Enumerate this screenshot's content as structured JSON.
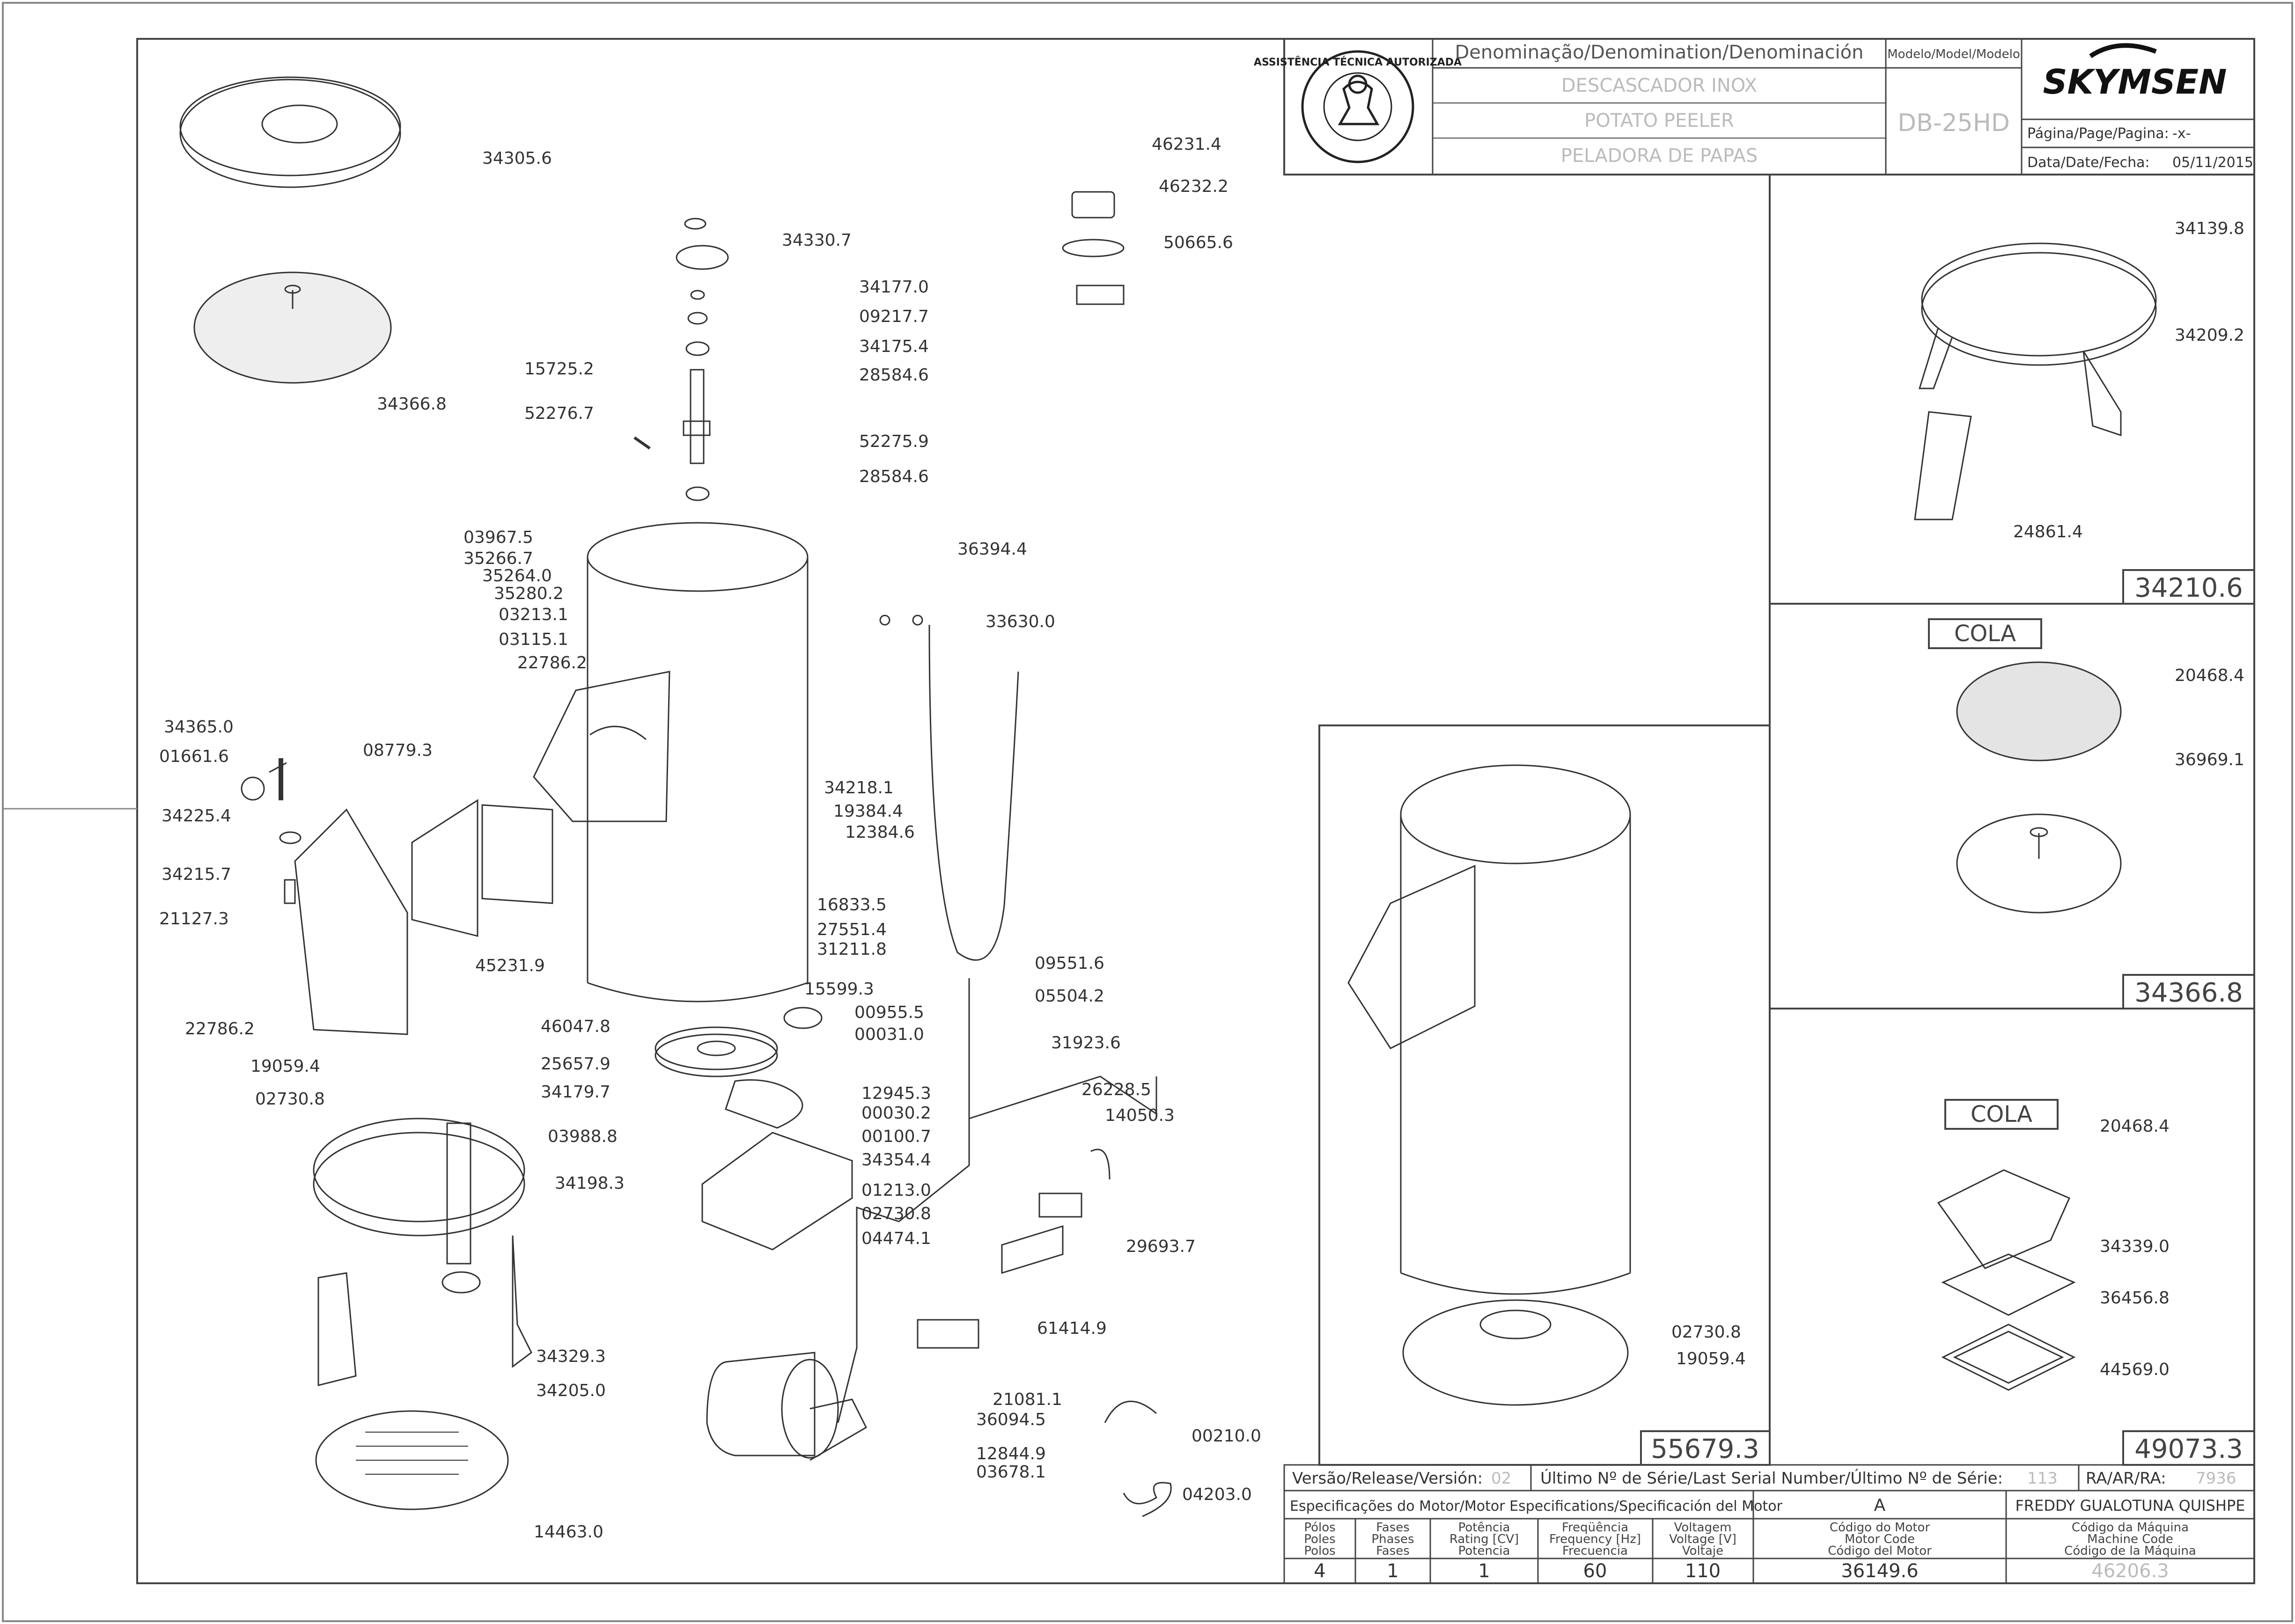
{
  "title_block": {
    "denomination_header": "Denominação/Denomination/Denominación",
    "name_pt": "DESCASCADOR INOX",
    "name_en": "POTATO PEELER",
    "name_es": "PELADORA DE PAPAS",
    "model_header": "Modelo/Model/Modelo",
    "model": "DB-25HD",
    "brand": "SKYMSEN",
    "page_label": "Página/Page/Pagina:",
    "page_value": "-x-",
    "date_label": "Data/Date/Fecha:",
    "date_value": "05/11/2015",
    "stamp_text": "ASSISTÊNCIA TÉCNICA AUTORIZADA"
  },
  "footer": {
    "version_label": "Versão/Release/Versión:",
    "version_value": "02",
    "serial_label": "Último Nº de Série/Last Serial Number/Último Nº de Série:",
    "serial_value": "113",
    "ra_label": "RA/AR/RA:",
    "ra_value": "7936",
    "motor_spec_title": "Especificações do Motor/Motor Especifications/Specificación del Motor",
    "revision": "A",
    "author": "FREDDY GUALOTUNA QUISHPE",
    "columns": [
      {
        "h1": "Pólos",
        "h2": "Poles",
        "h3": "Polos",
        "value": "4"
      },
      {
        "h1": "Fases",
        "h2": "Phases",
        "h3": "Fases",
        "value": "1"
      },
      {
        "h1": "Potência",
        "h2": "Rating [CV]",
        "h3": "Potencia",
        "value": "1"
      },
      {
        "h1": "Freqüência",
        "h2": "Frequency [Hz]",
        "h3": "Frecuencia",
        "value": "60"
      },
      {
        "h1": "Voltagem",
        "h2": "Voltage [V]",
        "h3": "Voltaje",
        "value": "110"
      },
      {
        "h1": "Código do Motor",
        "h2": "Motor Code",
        "h3": "Código del Motor",
        "value": "36149.6"
      },
      {
        "h1": "Código da Máquina",
        "h2": "Machine Code",
        "h3": "Código de la Máquina",
        "value": "46206.3"
      }
    ]
  },
  "panels": {
    "frame_code": "34210.6",
    "disc_code": "34366.8",
    "body_code": "55679.3",
    "lid_code": "49073.3",
    "cola_1": "COLA",
    "cola_2": "COLA"
  },
  "part_labels": [
    "34305.6",
    "34366.8",
    "34330.7",
    "34177.0",
    "09217.7",
    "34175.4",
    "28584.6",
    "15725.2",
    "52276.7",
    "52275.9",
    "28584.6",
    "46231.4",
    "46232.2",
    "50665.6",
    "36394.4",
    "33630.0",
    "03967.5",
    "35266.7",
    "35264.0",
    "35280.2",
    "03213.1",
    "03115.1",
    "22786.2",
    "34365.0",
    "01661.6",
    "08779.3",
    "34218.1",
    "19384.4",
    "12384.6",
    "34225.4",
    "34215.7",
    "21127.3",
    "16833.5",
    "27551.4",
    "31211.8",
    "15599.3",
    "45231.9",
    "22786.2",
    "09551.6",
    "05504.2",
    "31923.6",
    "26228.5",
    "14050.3",
    "00955.5",
    "00031.0",
    "46047.8",
    "25657.9",
    "34179.7",
    "12945.3",
    "00030.2",
    "00100.7",
    "34354.4",
    "03988.8",
    "01213.0",
    "02730.8",
    "04474.1",
    "29693.7",
    "61414.9",
    "19059.4",
    "02730.8",
    "34198.3",
    "34329.3",
    "34205.0",
    "14463.0",
    "21081.1",
    "36094.5",
    "12844.9",
    "03678.1",
    "00210.0",
    "04203.0",
    "34139.8",
    "34209.2",
    "24861.4",
    "20468.4",
    "36969.1",
    "02730.8",
    "19059.4",
    "20468.4",
    "34339.0",
    "36456.8",
    "44569.0"
  ]
}
